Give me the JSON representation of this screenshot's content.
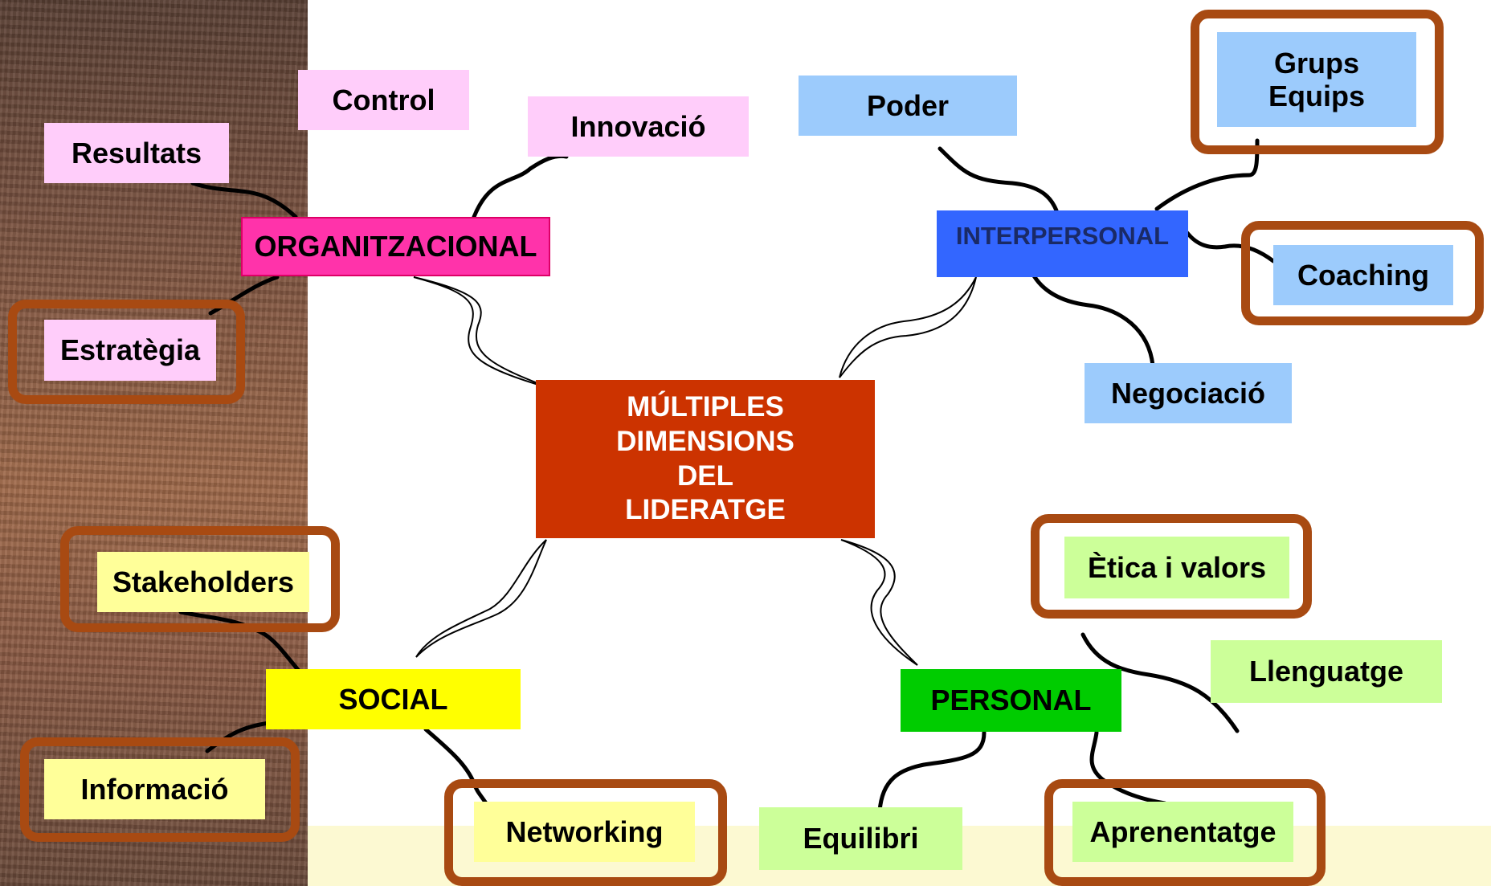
{
  "center": {
    "label": "MÚLTIPLES DIMENSIONS\nDEL\nLIDERATGE"
  },
  "categories": {
    "organizational": "ORGANITZACIONAL",
    "interpersonal": "INTERPERSONAL",
    "social": "SOCIAL",
    "personal": "PERSONAL"
  },
  "leaves": {
    "control": "Control",
    "innovacio": "Innovació",
    "resultats": "Resultats",
    "estrategia": "Estratègia",
    "poder": "Poder",
    "grups_equips": "Grups\nEquips",
    "coaching": "Coaching",
    "negociacio": "Negociació",
    "stakeholders": "Stakeholders",
    "informacio": "Informació",
    "networking": "Networking",
    "etica": "Ètica i valors",
    "llenguatge": "Llenguatge",
    "aprenentatge": "Aprenentatge",
    "equilibri": "Equilibri"
  },
  "colors": {
    "center": "#cc3300",
    "organizational": "#ff33aa",
    "interpersonal": "#3366ff",
    "social": "#ffff00",
    "personal": "#00cc00",
    "leaf_pink": "#ffcdfa",
    "leaf_blue": "#9ccbfc",
    "leaf_green": "#ccff99",
    "leaf_yellow": "#ffff99",
    "highlight_frame": "#a84a12"
  }
}
